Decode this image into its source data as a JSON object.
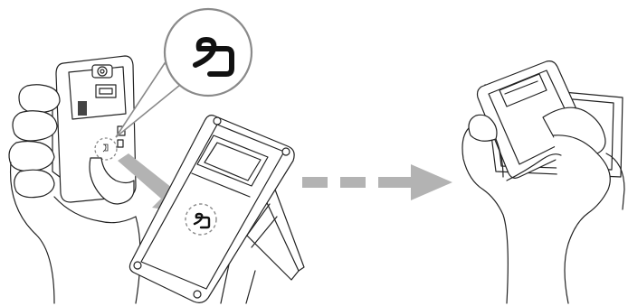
{
  "figure": {
    "steps": [
      {
        "id": "hold-phone",
        "description_icon": "felica-mark-icon"
      },
      {
        "id": "touch-reader",
        "description_icon": "felica-mark-icon"
      },
      {
        "id": "result",
        "description_icon": "card-hand-icon"
      }
    ],
    "colors": {
      "line": "#222222",
      "arrow": "#b3b3b3",
      "circle_guide": "#8a8a8a",
      "background": "#ffffff"
    }
  }
}
